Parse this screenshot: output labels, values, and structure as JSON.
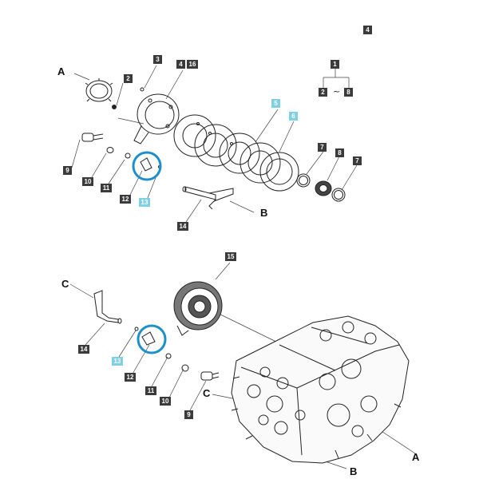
{
  "callouts": {
    "c1": "1",
    "c2": "2",
    "c3": "3",
    "c4": "4",
    "c5": "5",
    "c6": "6",
    "c7": "7",
    "c8": "8",
    "c9": "9",
    "c10": "10",
    "c11": "11",
    "c12": "12",
    "c13": "13",
    "c14": "14",
    "c15": "15",
    "c16": "16"
  },
  "letters": {
    "a": "A",
    "b": "B",
    "c": "C"
  },
  "range_symbol": "~",
  "colors": {
    "callout_bg": "#3b3b3b",
    "callout_highlight": "#7fd0e6",
    "circle_highlight": "#1f8fc9"
  }
}
